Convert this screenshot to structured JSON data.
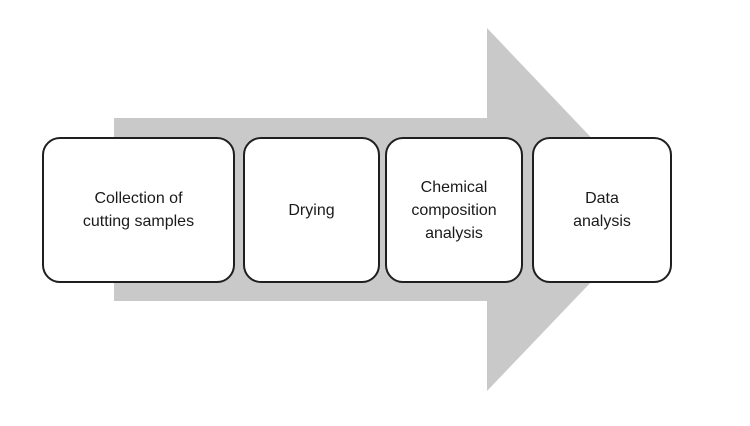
{
  "diagram": {
    "type": "horizontal-process-flow",
    "arrow_direction": "right",
    "steps": [
      {
        "label": "Collection of\ncutting samples"
      },
      {
        "label": "Drying"
      },
      {
        "label": "Chemical\ncomposition\nanalysis"
      },
      {
        "label": "Data\nanalysis"
      }
    ]
  },
  "colors": {
    "arrow-fill": "#c9c9c9",
    "box-fill": "#ffffff",
    "box-border": "#1f1f1f",
    "text": "#1a1a1a",
    "background": "#ffffff"
  }
}
